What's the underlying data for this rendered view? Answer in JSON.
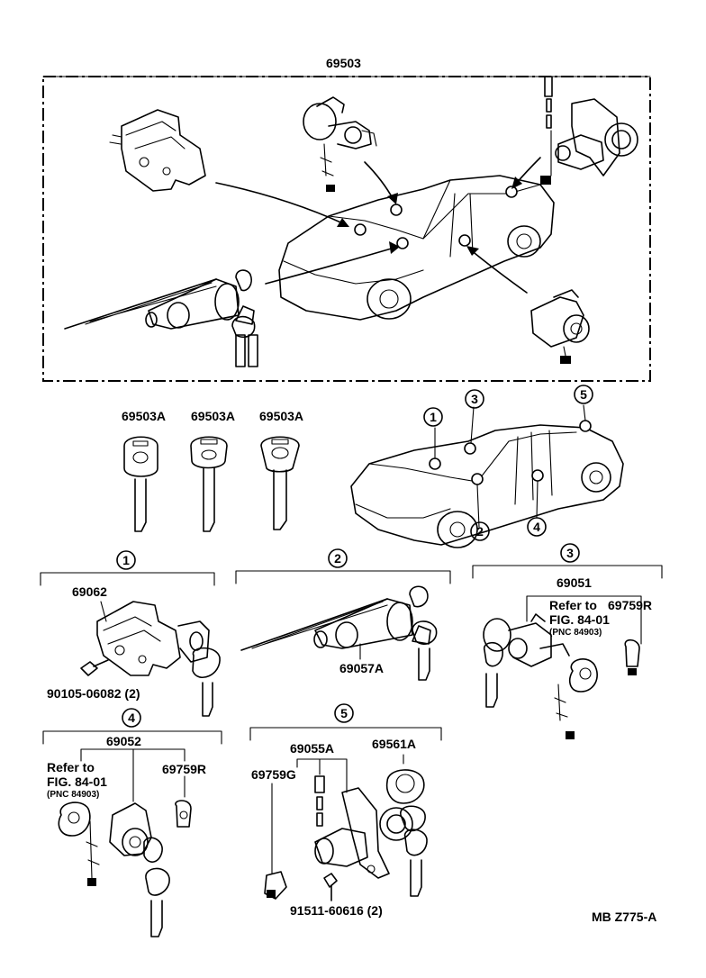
{
  "title_part": "69503",
  "key_labels": [
    "69503A",
    "69503A",
    "69503A"
  ],
  "location_numbers": [
    "1",
    "2",
    "3",
    "4",
    "5"
  ],
  "section_1": {
    "number": "1",
    "part": "69062",
    "bolt": "90105-06082 (2)"
  },
  "section_2": {
    "number": "2",
    "part": "69057A"
  },
  "section_3": {
    "number": "3",
    "part": "69051",
    "refer_line1": "Refer to",
    "refer_part": "69759R",
    "refer_fig": "FIG.  84-01",
    "refer_pnc": "(PNC 84903)"
  },
  "section_4": {
    "number": "4",
    "part": "69052",
    "refer_line1": "Refer to",
    "refer_fig": "FIG.  84-01",
    "refer_pnc": "(PNC 84903)",
    "side_part": "69759R"
  },
  "section_5": {
    "number": "5",
    "part_a": "69055A",
    "part_b": "69561A",
    "part_c": "69759G",
    "bolt": "91511-60616 (2)"
  },
  "footer_code": "MB  Z775-A"
}
